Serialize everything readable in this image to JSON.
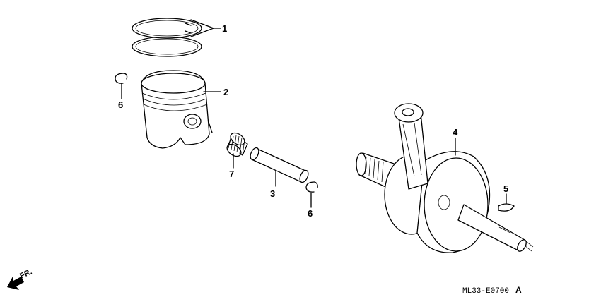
{
  "parts": [
    {
      "callout": "1",
      "name": "piston-rings"
    },
    {
      "callout": "2",
      "name": "piston"
    },
    {
      "callout": "3",
      "name": "piston-pin"
    },
    {
      "callout": "4",
      "name": "crankshaft"
    },
    {
      "callout": "5",
      "name": "woodruff-key"
    },
    {
      "callout": "6",
      "name": "piston-pin-clip"
    },
    {
      "callout": "7",
      "name": "needle-bearing"
    }
  ],
  "diagram_code": {
    "main": "ML33-E0700",
    "suffix": "A"
  },
  "direction_indicator": {
    "label": "FR.",
    "icon": "arrow-front-icon"
  }
}
